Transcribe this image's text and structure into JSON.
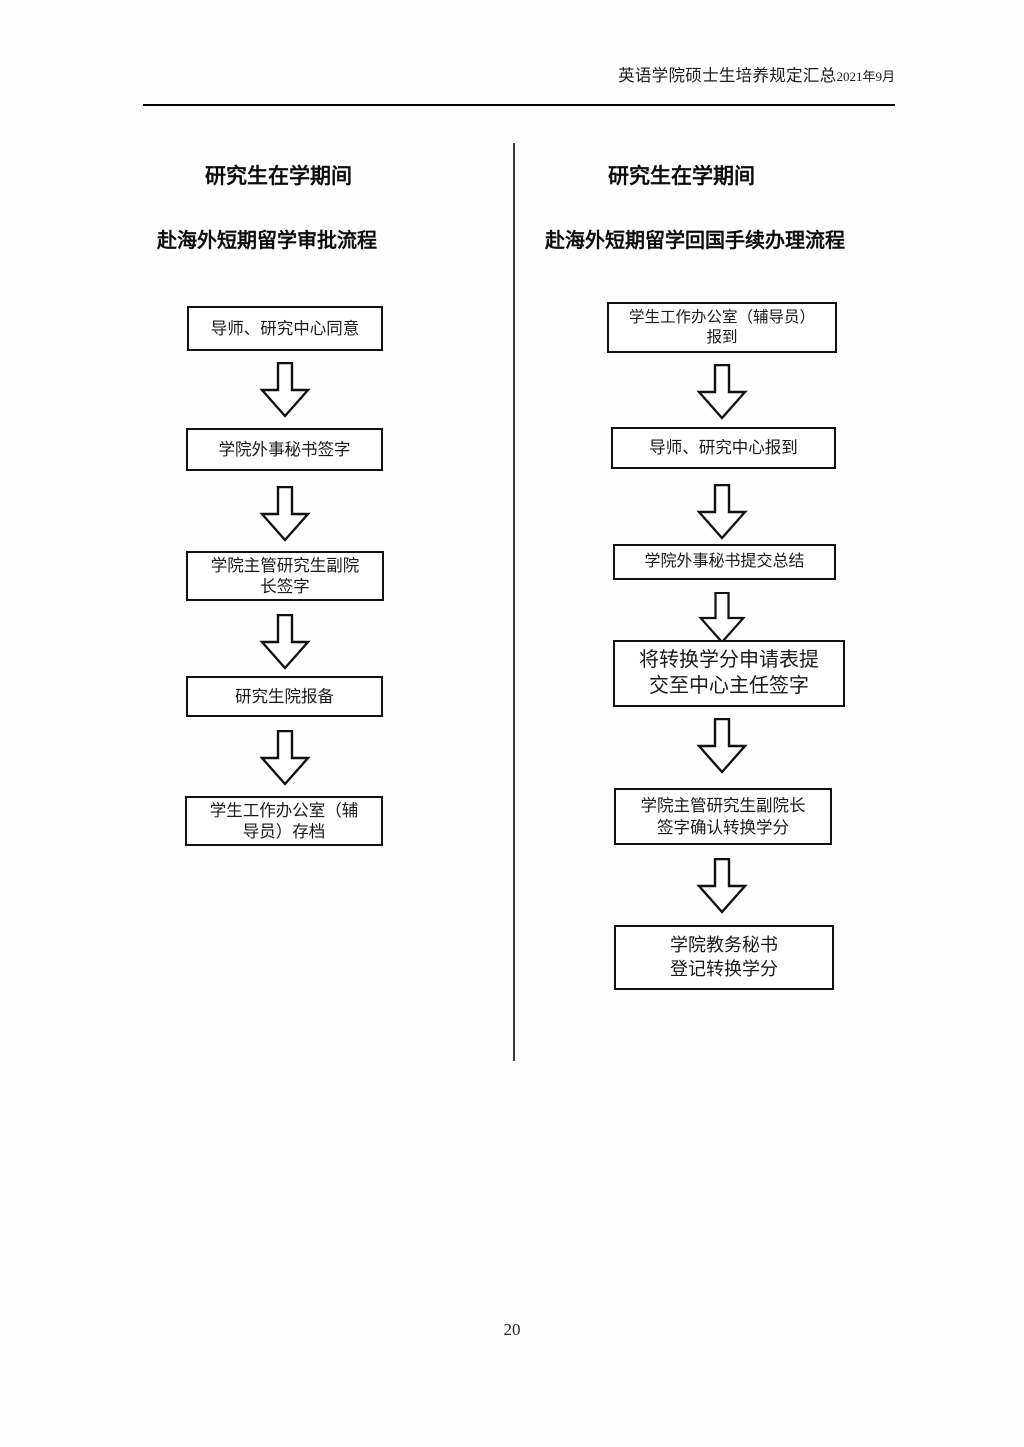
{
  "header": {
    "title": "英语学院硕士生培养规定汇总",
    "date": "2021年9月"
  },
  "left_column": {
    "title_line1": "研究生在学期间",
    "title_line2": "赴海外短期留学审批流程",
    "steps": [
      {
        "label": "导师、研究中心同意"
      },
      {
        "label": "学院外事秘书签字"
      },
      {
        "label": "学院主管研究生副院\n长签字"
      },
      {
        "label": "研究生院报备"
      },
      {
        "label": "学生工作办公室（辅\n导员）存档"
      }
    ]
  },
  "right_column": {
    "title_line1": "研究生在学期间",
    "title_line2": "赴海外短期留学回国手续办理流程",
    "steps": [
      {
        "label": "学生工作办公室（辅导员）\n报到"
      },
      {
        "label": "导师、研究中心报到"
      },
      {
        "label": "学院外事秘书提交总结"
      },
      {
        "label": "将转换学分申请表提\n交至中心主任签字"
      },
      {
        "label": "学院主管研究生副院长\n签字确认转换学分"
      },
      {
        "label": "学院教务秘书\n登记转换学分"
      }
    ]
  },
  "arrows": {
    "icon": "down-block-arrow-icon",
    "count_left": 4,
    "count_right": 5
  },
  "footer": {
    "page_number": "20"
  },
  "colors": {
    "page_background": "#fefefe",
    "text": "#1a1a1a",
    "box_border": "#111111",
    "rule": "#000000",
    "divider": "#3a3a3a"
  }
}
